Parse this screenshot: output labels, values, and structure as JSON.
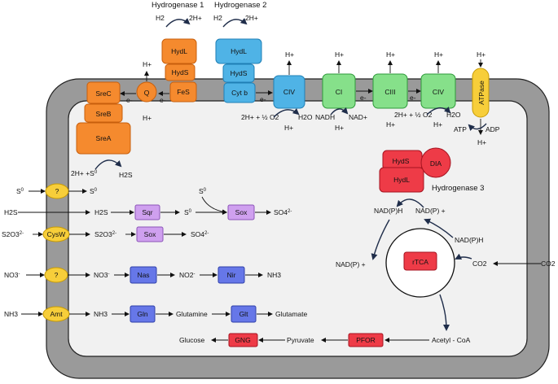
{
  "colors": {
    "orange": "#f58a2e",
    "orange_stroke": "#c85f0c",
    "blue": "#4fb3e6",
    "blue_stroke": "#1f7fb5",
    "green": "#86e08a",
    "green_stroke": "#2f9a3b",
    "yellow": "#f7ce3a",
    "yellow_stroke": "#c79b06",
    "lilac": "#cfa0ef",
    "lilac_stroke": "#8c55b8",
    "indigo": "#6677e8",
    "indigo_stroke": "#2e3fa8",
    "red": "#ee3b47",
    "red_stroke": "#a51320",
    "membrane": "#9a9a9a",
    "cytoplasm": "#f1f1f1"
  },
  "labels": {
    "hydrogenase1": "Hydrogenase 1",
    "hydrogenase2": "Hydrogenase 2",
    "hydrogenase3": "Hydrogenase 3"
  },
  "boxes": {
    "hyd1_l": "HydL",
    "hyd1_s": "HydS",
    "fes": "FeS",
    "hyd2_l": "HydL",
    "hyd2_s": "HydS",
    "cytb": "Cyt b",
    "q": "Q",
    "srec": "SreC",
    "sreb": "SreB",
    "srea": "SreA",
    "civ1": "CIV",
    "ci": "CI",
    "ciii": "CIII",
    "civ2": "CIV",
    "atpase": "ATPase",
    "hyd3_s": "HydS",
    "hyd3_l": "HydL",
    "dia": "DIA",
    "rtca": "rTCA",
    "t1": "?",
    "cysw": "CysW",
    "t3": "?",
    "amt": "Amt",
    "sqr": "Sqr",
    "sox1": "Sox",
    "sox2": "Sox",
    "nas": "Nas",
    "nir": "Nir",
    "gln": "Gln",
    "glt": "Glt",
    "pfor": "PFOR",
    "gng": "GNG"
  },
  "text": {
    "h2_1": "H2",
    "h2h_1": "2H+",
    "h2_2": "H2",
    "h2h_2": "2H+",
    "q_hout": "H+",
    "q_hin": "H+",
    "e_fes_q": "e-",
    "e_q_sre": "e-",
    "e_cytb_civ": "e-",
    "e_ci_ciii": "e-",
    "e_ciii_civ": "e-",
    "civ1_hout": "H+",
    "civ1_rxn": "2H+ + ½ O2",
    "civ1_h2o": "H2O",
    "civ1_hin": "H+",
    "ci_hout": "H+",
    "ci_nadh": "NADH",
    "ci_nad": "NAD+",
    "ci_hin": "H+",
    "ciii_hout": "H+",
    "ciii_hin": "H+",
    "civ2_hout": "H+",
    "civ2_rxn": "2H+ + ½ O2",
    "civ2_h2o": "H2O",
    "civ2_hin": "H+",
    "atp_hout": "H+",
    "atp": "ATP",
    "adp": "ADP",
    "atp_hin": "H+",
    "sre_rxn": "2H+ +S",
    "sre_rxn_sup": "0",
    "sre_h2s": "H2S",
    "s0_out": "S",
    "s0_out_sup": "0",
    "s0_in": "S",
    "s0_in_sup": "0",
    "h2s_out": "H2S",
    "h2s_in": "H2S",
    "sqr_s0": "S",
    "sqr_s0_sup": "0",
    "sox1_s0": "S",
    "sox1_s0_sup": "0",
    "so4_1": "SO4",
    "so4_1_sup": "2-",
    "s2o3_out": "S2O3",
    "s2o3_out_sup": "2-",
    "s2o3_in": "S2O3",
    "s2o3_in_sup": "2-",
    "so4_2": "SO4",
    "so4_2_sup": "2-",
    "no3_out": "NO3",
    "no3_out_sup": "-",
    "no3_in": "NO3",
    "no3_in_sup": "-",
    "no2": "NO2",
    "no2_sup": "-",
    "nh3_1": "NH3",
    "nh3_out": "NH3",
    "nh3_in": "NH3",
    "glutamine": "Glutamine",
    "glutamate": "Glutamate",
    "nadph_left": "NAD(P)H",
    "nadp_right": "NAD(P) +",
    "nadp_out": "NAD(P) +",
    "nadph_right": "NAD(P)H",
    "co2_in": "CO2",
    "co2_out": "CO2",
    "acetyl": "Acetyl - CoA",
    "pyruvate": "Pyruvate",
    "glucose": "Glucose"
  }
}
